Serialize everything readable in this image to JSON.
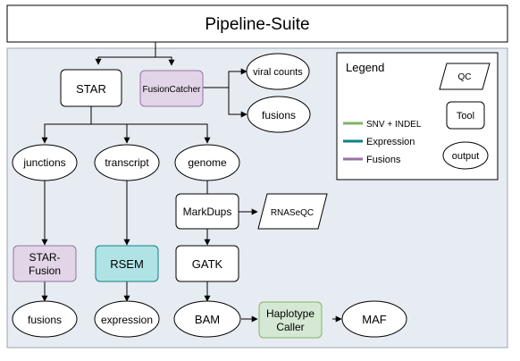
{
  "title": "Pipeline-Suite",
  "colors": {
    "panel_fill": "#e7ecf2",
    "panel_stroke": "#9aa6b3",
    "fusion_tool": "#e1d5e7",
    "fusion_tool_stroke": "#9673a6",
    "expression_tool": "#b0e3e6",
    "expression_tool_stroke": "#0e8088",
    "snv_tool": "#d5e8d4",
    "snv_tool_stroke": "#82b366",
    "snv_line": "#82b366",
    "expression_line": "#0e8088",
    "fusions_line": "#9673a6"
  },
  "nodes": {
    "star": "STAR",
    "fusioncatcher": "FusionCatcher",
    "viral_counts": "viral counts",
    "fusions_fc": "fusions",
    "junctions": "junctions",
    "transcript": "transcript",
    "genome": "genome",
    "markdups": "MarkDups",
    "rnaseqc": "RNASeQC",
    "star_fusion_line1": "STAR-",
    "star_fusion_line2": "Fusion",
    "rsem": "RSEM",
    "gatk": "GATK",
    "fusions_sf": "fusions",
    "expression": "expression",
    "bam": "BAM",
    "haplotype_line1": "Haplotype",
    "haplotype_line2": "Caller",
    "maf": "MAF"
  },
  "legend": {
    "title": "Legend",
    "qc": "QC",
    "tool": "Tool",
    "output": "output",
    "snv": "SNV + INDEL",
    "expression": "Expression",
    "fusions": "Fusions"
  }
}
